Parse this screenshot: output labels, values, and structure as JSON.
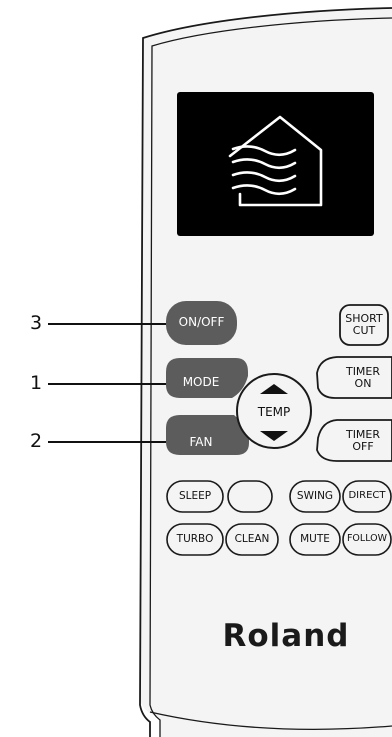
{
  "callouts": {
    "on_off": "3",
    "mode": "1",
    "fan": "2"
  },
  "buttons": {
    "on_off": "ON/OFF",
    "mode": "MODE",
    "fan": "FAN",
    "temp": "TEMP",
    "short_cut_line1": "SHORT",
    "short_cut_line2": "CUT",
    "timer_on_line1": "TIMER",
    "timer_on_line2": "ON",
    "timer_off_line1": "TIMER",
    "timer_off_line2": "OFF",
    "sleep": "SLEEP",
    "blank": "",
    "swing": "SWING",
    "direct": "DIRECT",
    "turbo": "TURBO",
    "clean": "CLEAN",
    "mute": "MUTE",
    "follow": "FOLLOW"
  },
  "brand": "Roland",
  "display": {
    "icon": "home-airflow-icon"
  },
  "colors": {
    "body_fill": "#f4f4f4",
    "outline": "#1a1a1a",
    "display_bg": "#000000",
    "highlight_button": "#5c5c5c"
  }
}
